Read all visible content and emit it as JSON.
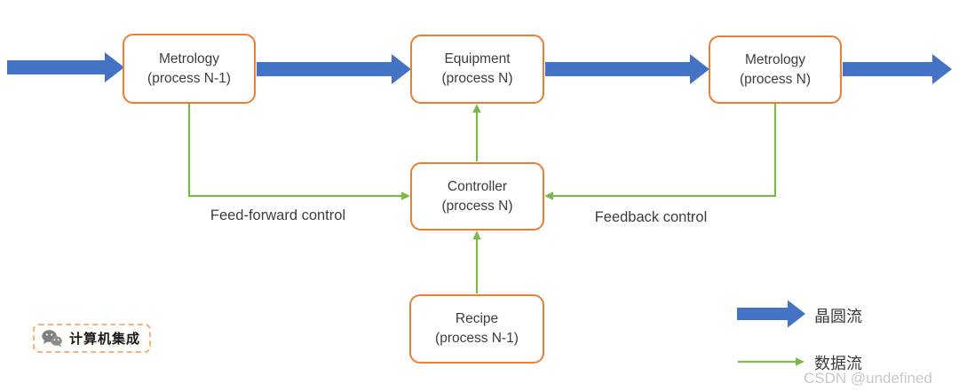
{
  "diagram": {
    "boxes": [
      {
        "id": "metrology-n1",
        "title": "Metrology",
        "subtitle": "(process N-1)"
      },
      {
        "id": "equipment-n",
        "title": "Equipment",
        "subtitle": "(process N)"
      },
      {
        "id": "metrology-n",
        "title": "Metrology",
        "subtitle": "(process N)"
      },
      {
        "id": "controller-n",
        "title": "Controller",
        "subtitle": "(process N)"
      },
      {
        "id": "recipe-n1",
        "title": "Recipe",
        "subtitle": "(process N-1)"
      }
    ],
    "edge_labels": {
      "feed_forward": "Feed-forward control",
      "feedback": "Feedback control"
    },
    "colors": {
      "wafer_flow_blue": "#4472C4",
      "box_border_orange": "#ED7D31",
      "data_flow_green": "#7CB84F"
    }
  },
  "legend": {
    "wafer_flow_label": "晶圆流",
    "data_flow_label": "数据流"
  },
  "badge": {
    "icon": "wechat-icon",
    "text": "计算机集成"
  },
  "watermark": "CSDN @undefined"
}
